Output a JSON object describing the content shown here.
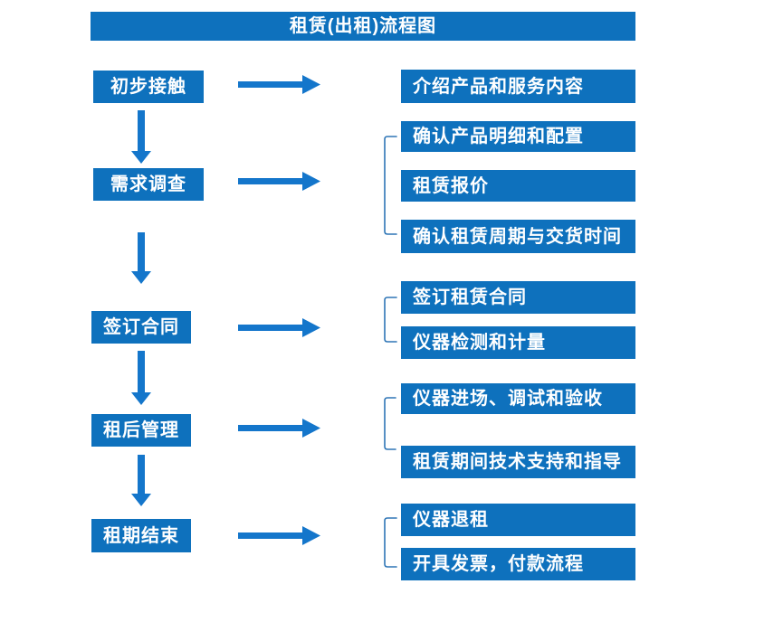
{
  "title": "租赁(出租)流程图",
  "colors": {
    "box_fill": "#0e71bd",
    "arrow": "#1476cb",
    "bracket": "#2e75b6",
    "box_text": "#ffffff",
    "background": "#ffffff"
  },
  "flow": {
    "steps": [
      {
        "label": "初步接触",
        "details": [
          "介绍产品和服务内容"
        ]
      },
      {
        "label": "需求调查",
        "details": [
          "确认产品明细和配置",
          "租赁报价",
          "确认租赁周期与交货时间"
        ]
      },
      {
        "label": "签订合同",
        "details": [
          "签订租赁合同",
          "仪器检测和计量"
        ]
      },
      {
        "label": "租后管理",
        "details": [
          "仪器进场、调试和验收",
          "租赁期间技术支持和指导"
        ]
      },
      {
        "label": "租期结束",
        "details": [
          "仪器退租",
          "开具发票，付款流程"
        ]
      }
    ]
  }
}
